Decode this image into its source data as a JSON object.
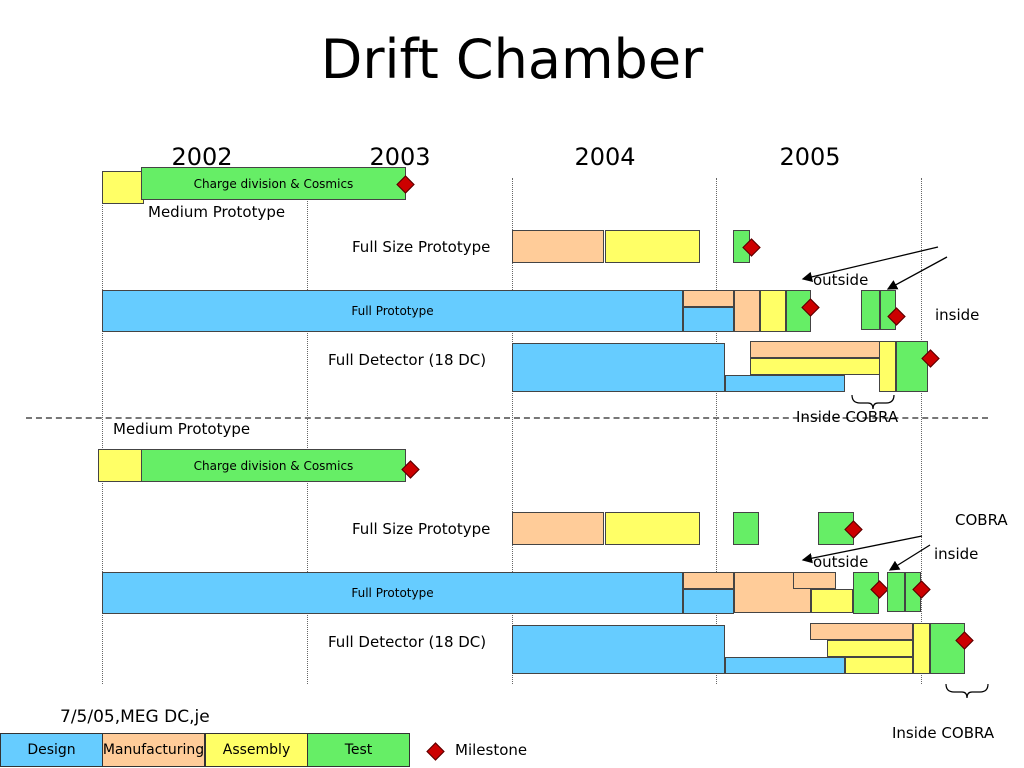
{
  "title": "Drift Chamber",
  "years": [
    "2002",
    "2003",
    "2004",
    "2005"
  ],
  "labels": {
    "charge_division": "Charge division & Cosmics",
    "medium_prototype": "Medium Prototype",
    "full_size_prototype": "Full Size Prototype",
    "full_prototype": "Full Prototype",
    "full_detector": "Full Detector (18 DC)",
    "outside": "outside",
    "inside": "inside",
    "inside_cobra": "Inside COBRA",
    "cobra": "COBRA"
  },
  "footer": "7/5/05,MEG DC,je",
  "legend": {
    "design": "Design",
    "manufacturing": "Manufacturing",
    "assembly": "Assembly",
    "test": "Test",
    "milestone": "Milestone"
  },
  "colors": {
    "design": "#66ccff",
    "manufacturing": "#ffcc99",
    "assembly": "#ffff66",
    "test": "#66ee66",
    "milestone": "#cc0000"
  }
}
